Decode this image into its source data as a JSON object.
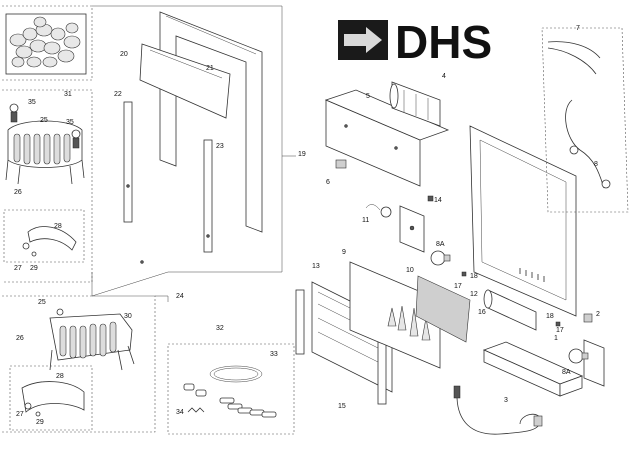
{
  "logo": {
    "text": "DHS",
    "icon": "arrow-logo-icon"
  },
  "labels": {
    "l1": "1",
    "l2": "2",
    "l3": "3",
    "l4": "4",
    "l5": "5",
    "l6": "6",
    "l7": "7",
    "l8": "8",
    "l8a_a": "8A",
    "l8a_b": "8A",
    "l9": "9",
    "l10": "10",
    "l11": "11",
    "l12": "12",
    "l13": "13",
    "l14": "14",
    "l15": "15",
    "l16": "16",
    "l17_a": "17",
    "l17_b": "17",
    "l18_a": "18",
    "l18_b": "18",
    "l19": "19",
    "l20": "20",
    "l21": "21",
    "l22": "22",
    "l23": "23",
    "l24": "24",
    "l25_a": "25",
    "l25_b": "25",
    "l26_a": "26",
    "l26_b": "26",
    "l27_a": "27",
    "l27_b": "27",
    "l28_a": "28",
    "l28_b": "28",
    "l29_a": "29",
    "l29_b": "29",
    "l30": "30",
    "l31": "31",
    "l32": "32",
    "l33": "33",
    "l34": "34",
    "l35_a": "35",
    "l35_b": "35"
  }
}
